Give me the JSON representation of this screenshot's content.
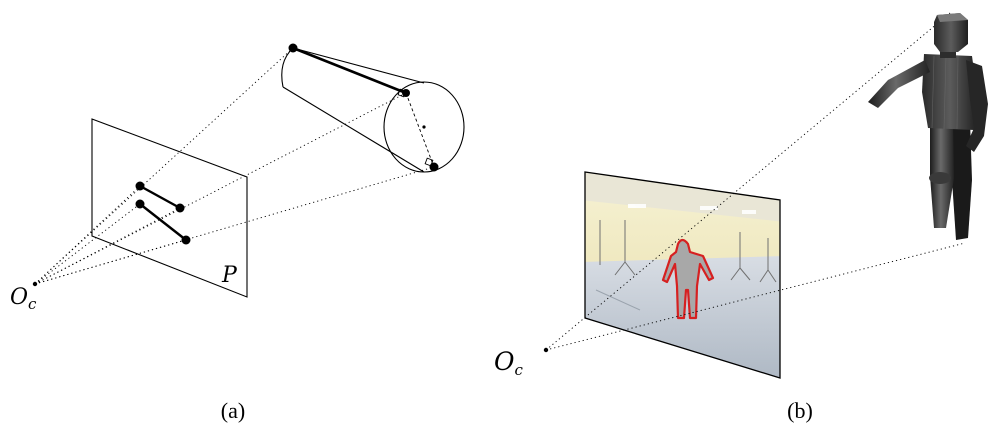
{
  "panel_a": {
    "caption": "(a)",
    "camera_label": "O",
    "camera_subscript": "c",
    "plane_label": "P"
  },
  "panel_b": {
    "caption": "(b)",
    "camera_label": "O",
    "camera_subscript": "c"
  },
  "colors": {
    "ink": "#000000",
    "silhouette": "#d62020",
    "body_dark": "#2a2a2a",
    "body_mid": "#555555",
    "photo_wall": "#efe8b8",
    "photo_floor": "#c4ccd6"
  }
}
